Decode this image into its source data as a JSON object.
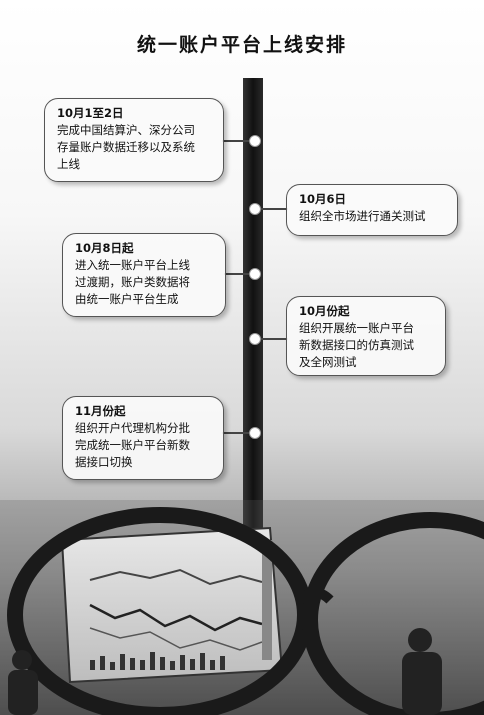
{
  "title": "统一账户平台上线安排",
  "timeline": [
    {
      "date": "10月1至2日",
      "text": "完成中国结算沪、深分公司\n存量账户数据迁移以及系统\n上线"
    },
    {
      "date": "10月6日",
      "text": "组织全市场进行通关测试"
    },
    {
      "date": "10月8日起",
      "text": "进入统一账户平台上线\n过渡期，账户类数据将\n由统一账户平台生成"
    },
    {
      "date": "10月份起",
      "text": "组织开展统一账户平台\n新数据接口的仿真测试\n及全网测试"
    },
    {
      "date": "11月份起",
      "text": "组织开户代理机构分批\n完成统一账户平台新数\n据接口切换"
    }
  ]
}
